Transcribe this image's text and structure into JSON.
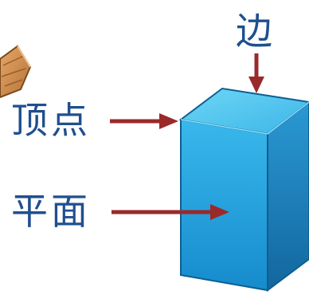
{
  "labels": {
    "edge": "边",
    "vertex": "顶点",
    "face": "平面"
  },
  "colors": {
    "text": "#1f4f8f",
    "arrow": "#9a2a2a",
    "box_front": "#1fa0e0",
    "box_top": "#46c3ee",
    "box_side": "#1a7fb8",
    "box_outline": "#0d5f92",
    "wood": "#c98a4b"
  }
}
